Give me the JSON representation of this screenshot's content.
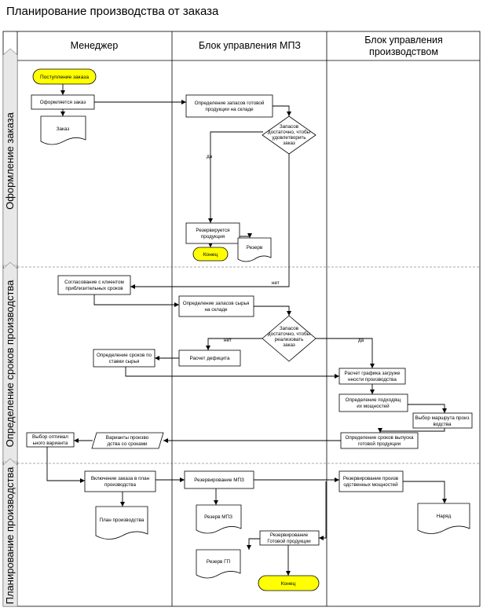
{
  "title": "Планирование производства от заказа",
  "columns": {
    "manager": "Менеджер",
    "mpz": "Блок управления МПЗ",
    "production": [
      "Блок управления",
      "производством"
    ]
  },
  "phases": {
    "order": "Оформление заказа",
    "terms": "Определение сроков производства",
    "planning": "Планирование производства"
  },
  "nodes": {
    "order_in": "Поступление заказа",
    "order_made": "Оформляется заказ",
    "order_doc": "Заказ",
    "check_stock": [
      "Определение запасов готовой",
      "продукции на складе"
    ],
    "enough_stock": [
      "Запасов",
      "достаточно, чтобы",
      "удовлетворить",
      "заказ"
    ],
    "reserve_prod": [
      "Резервируется",
      "продукция"
    ],
    "reserve_doc": "Резерв",
    "end1": "Конец",
    "agree_terms": [
      "Согласование с клиентом",
      "приблизительных сроков"
    ],
    "check_raw": [
      "Определение запасов сырья",
      "на складе"
    ],
    "enough_raw": [
      "Запасов",
      "достаточно, чтобы",
      "реализовать",
      "заказ"
    ],
    "deficit": "Расчет дефицита",
    "raw_terms": [
      "Определение сроков по",
      "ставки сырья"
    ],
    "load_schedule": [
      "Расчет графика загруже",
      "нности производства"
    ],
    "capacity": [
      "Определение подходящ",
      "их мощностей"
    ],
    "route": [
      "Выбор маршрута произ",
      "водства"
    ],
    "release_terms": [
      "Определение сроков выпуска",
      "готовой продукции"
    ],
    "variants": [
      "Варианты произво",
      "дства со сроками"
    ],
    "choose_variant": [
      "Выбор оптимал",
      "ьного варианта"
    ],
    "include_plan": [
      "Включение заказа в план",
      "производства"
    ],
    "plan_doc": "План производства",
    "reserve_mpz": "Резервирование МПЗ",
    "reserve_mpz_doc": "Резерв МПЗ",
    "reserve_capacity": [
      "Резервирование произв",
      "одственных мощностей"
    ],
    "work_order": "Наряд",
    "reserve_gp": [
      "Резервирование",
      "Готовой продукции"
    ],
    "reserve_gp_doc": "Резерв ГП",
    "end2": "Конец"
  },
  "edges": {
    "yes1": "да",
    "no1": "нет",
    "no2": "нет",
    "yes2": "да"
  },
  "colors": {
    "terminal_fill": "#ffff00",
    "lines": "#000000",
    "phase_tab": "#e8e8e8"
  }
}
